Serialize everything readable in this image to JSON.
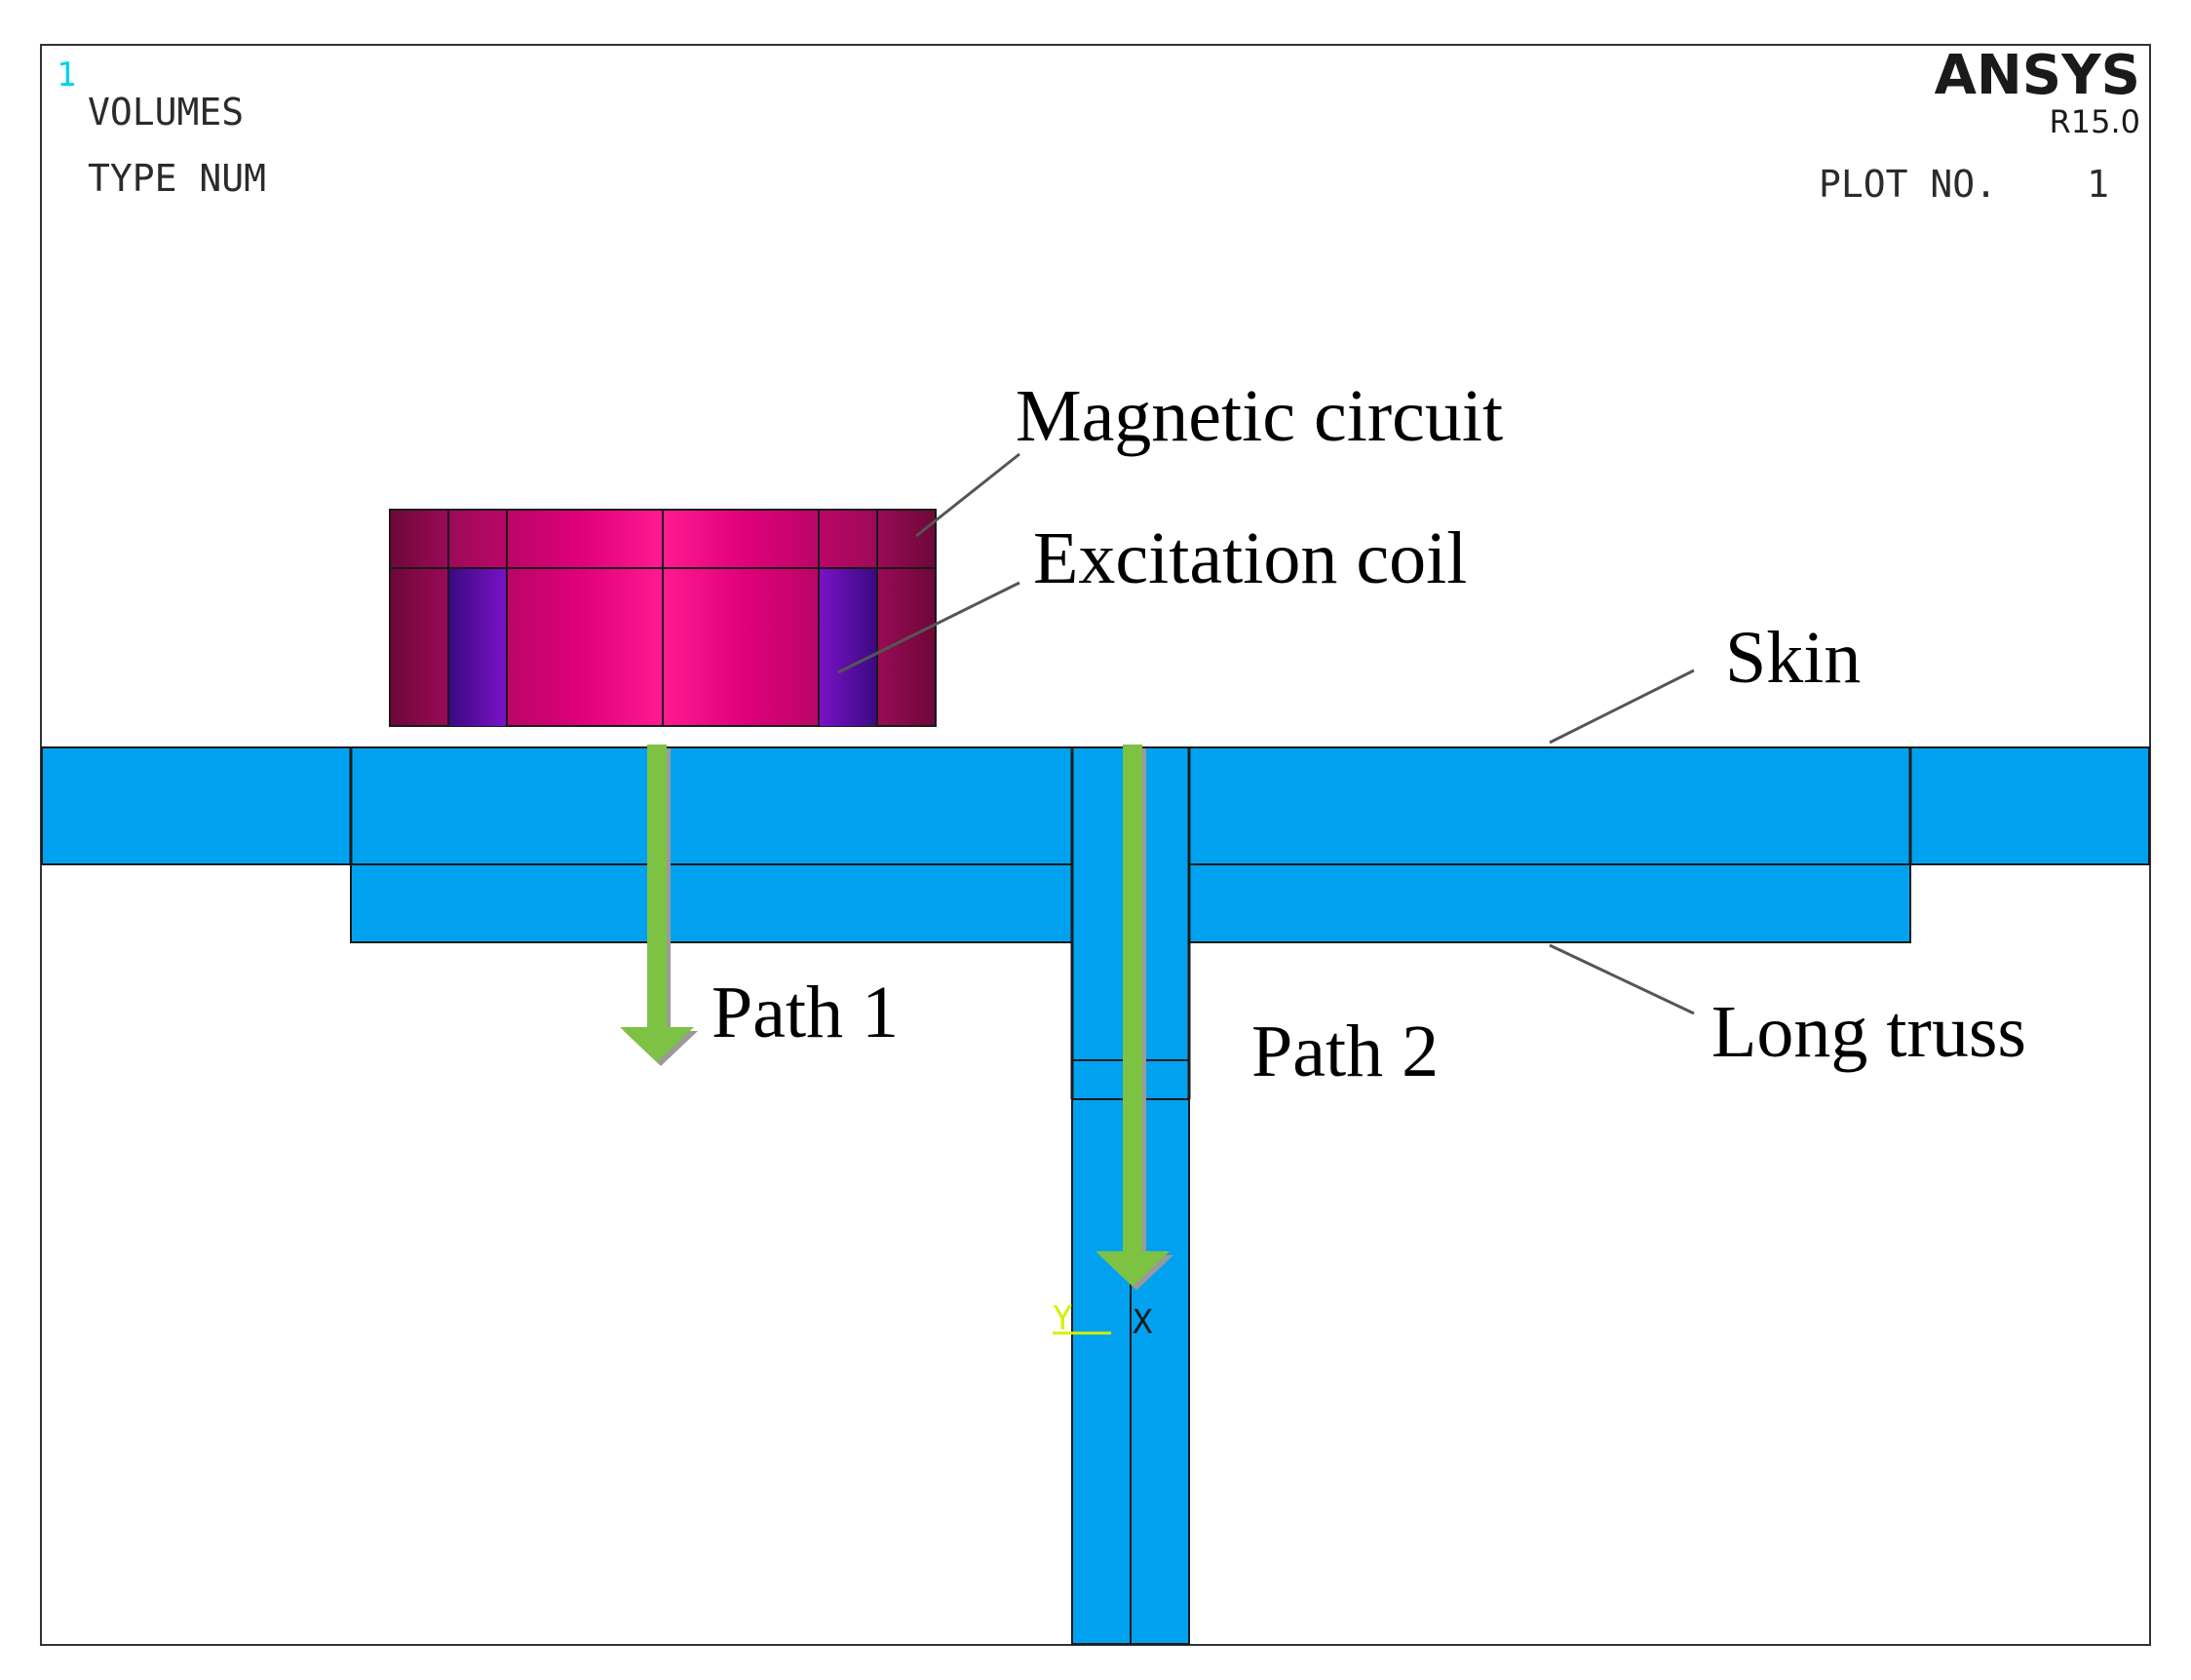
{
  "header": {
    "window_number": "1",
    "plot_entity": "VOLUMES",
    "numbering": "TYPE NUM",
    "logo": "ANSYS",
    "version": "R15.0",
    "plot_no_label": "PLOT NO.",
    "plot_no_value": "1"
  },
  "annotations": {
    "magnetic_circuit": "Magnetic circuit",
    "excitation_coil": "Excitation coil",
    "skin": "Skin",
    "long_truss": "Long truss",
    "path1": "Path 1",
    "path2": "Path 2"
  },
  "triad": {
    "y_label": "Y",
    "x_label": "X"
  },
  "colors": {
    "structure_blue": "#00a2f0",
    "magnet_pink": "#e6007e",
    "magnet_dark": "#8a0a4a",
    "coil_purple": "#6a12c0",
    "arrow_green": "#7dc242",
    "triad_y": "#d4f200",
    "window_number": "#00d4e6"
  }
}
